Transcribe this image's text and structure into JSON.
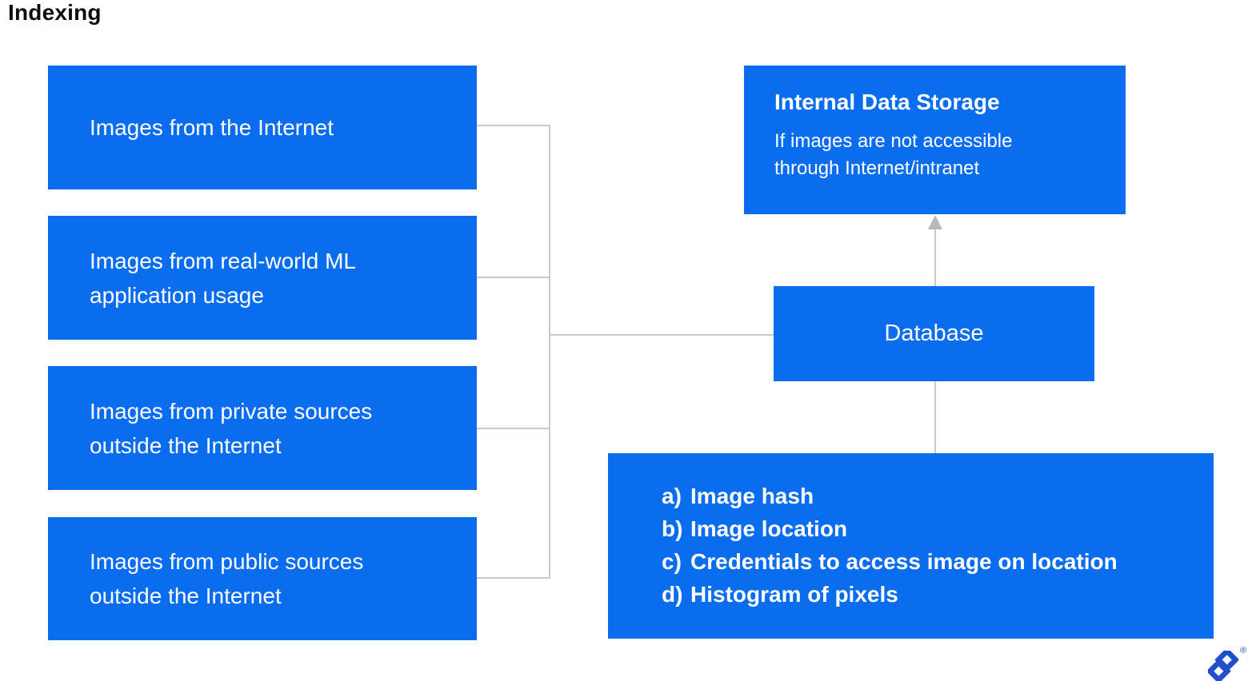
{
  "title": "Indexing",
  "colors": {
    "node_blue": "#0a6df0",
    "connector_gray": "#c9c9c9",
    "arrowhead_gray": "#b5b8bc",
    "logo_blue": "#204ecf",
    "text_white": "#ffffff",
    "title_black": "#0d0d0d"
  },
  "sources": [
    {
      "label": "Images from the Internet"
    },
    {
      "label": "Images from real-world ML application usage"
    },
    {
      "label": "Images from private sources outside the Internet"
    },
    {
      "label": "Images from public sources outside the Internet"
    }
  ],
  "storage": {
    "title": "Internal Data Storage",
    "subtitle": "If images are not accessible through Internet/intranet"
  },
  "database": {
    "label": "Database"
  },
  "attributes": {
    "items": [
      {
        "prefix": "a)",
        "text": "Image hash"
      },
      {
        "prefix": "b)",
        "text": "Image location"
      },
      {
        "prefix": "c)",
        "text": "Credentials to access image on location"
      },
      {
        "prefix": "d)",
        "text": "Histogram of pixels"
      }
    ]
  },
  "logo": {
    "registered_mark": "®"
  }
}
